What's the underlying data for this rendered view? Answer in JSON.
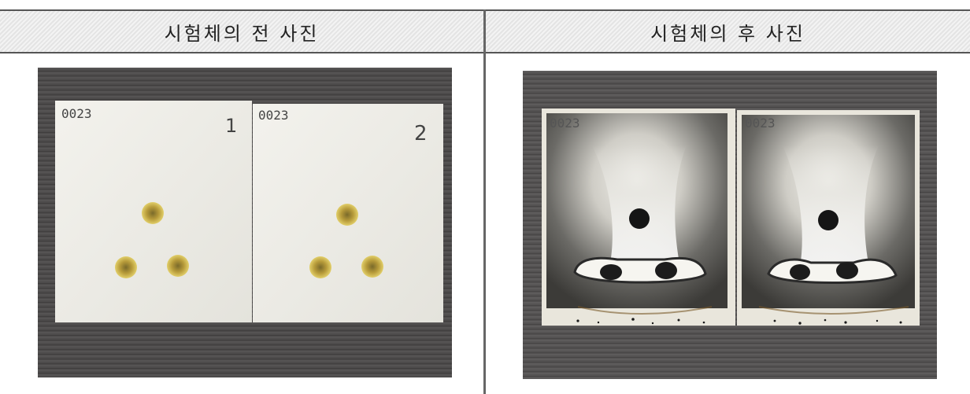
{
  "table": {
    "columns": [
      {
        "header": "시험체의 전 사진"
      },
      {
        "header": "시험체의 후 사진"
      }
    ]
  },
  "photos": {
    "before": {
      "panel_labels": [
        "0023",
        "0023"
      ],
      "panel_numbers": [
        "1",
        "2"
      ]
    },
    "after": {
      "panel_labels": [
        "0023",
        "0023"
      ]
    }
  },
  "colors": {
    "background_table": "#4a4848",
    "specimen_before": "#f0efe9",
    "specimen_after": "#e8e6df",
    "soot": "#3a3a3a",
    "hole_rim": "#d9c24a"
  }
}
